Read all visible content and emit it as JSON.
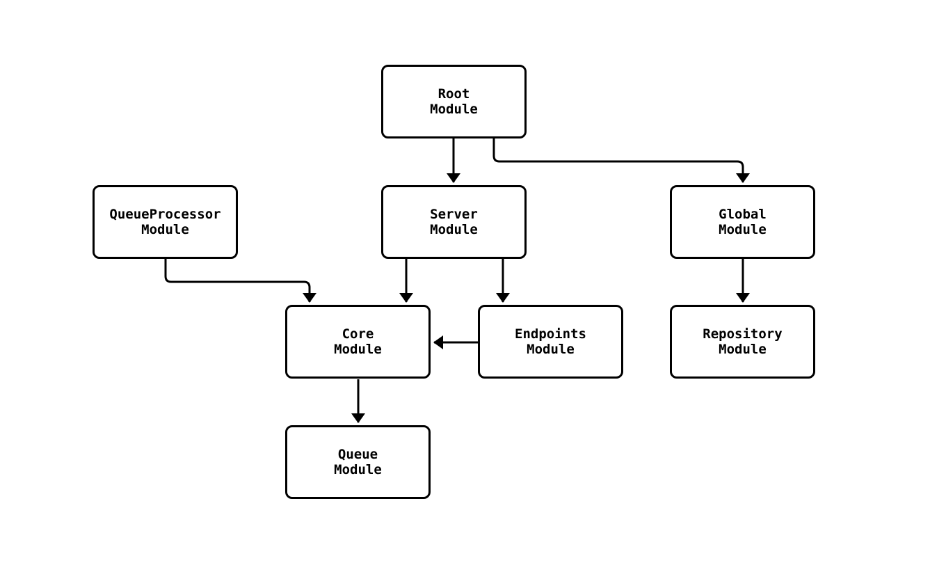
{
  "diagram": {
    "type": "flowchart",
    "direction": "top-down",
    "nodes": [
      {
        "id": "root",
        "label": "Root\nModule"
      },
      {
        "id": "queueProcessor",
        "label": "QueueProcessor\nModule"
      },
      {
        "id": "server",
        "label": "Server\nModule"
      },
      {
        "id": "global",
        "label": "Global\nModule"
      },
      {
        "id": "core",
        "label": "Core\nModule"
      },
      {
        "id": "endpoints",
        "label": "Endpoints\nModule"
      },
      {
        "id": "repository",
        "label": "Repository\nModule"
      },
      {
        "id": "queue",
        "label": "Queue\nModule"
      }
    ],
    "edges": [
      {
        "from": "root",
        "to": "server"
      },
      {
        "from": "root",
        "to": "global"
      },
      {
        "from": "queueProcessor",
        "to": "core"
      },
      {
        "from": "server",
        "to": "core"
      },
      {
        "from": "server",
        "to": "endpoints"
      },
      {
        "from": "endpoints",
        "to": "core"
      },
      {
        "from": "global",
        "to": "repository"
      },
      {
        "from": "core",
        "to": "queue"
      }
    ],
    "colors": {
      "background": "#ffffff",
      "node_fill": "#ffffff",
      "node_border": "#000000",
      "edge": "#000000",
      "text": "#000000"
    }
  }
}
